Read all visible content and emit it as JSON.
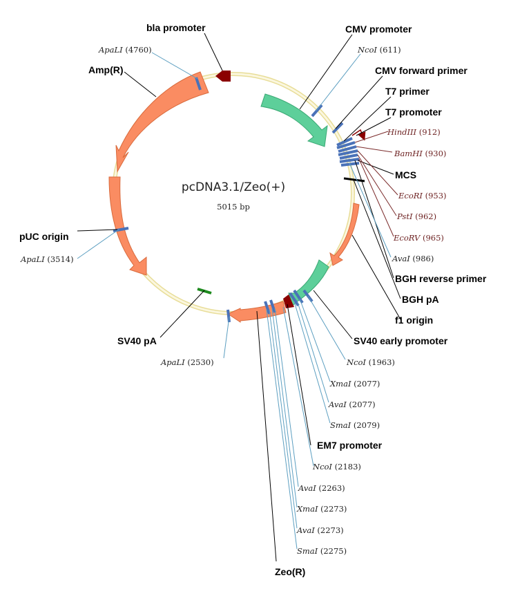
{
  "plasmid": {
    "name": "pcDNA3.1/Zeo(+)",
    "size": "5015 bp"
  },
  "colors": {
    "backbone": "#efe6a8",
    "orange_feature": "#fa8c62",
    "green_feature": "#5dcf9a",
    "promoter_arrow": "#8b0000",
    "site_tick": "#4a72b8",
    "site_leader": "#5b9ec0",
    "feature_leader": "#000000"
  },
  "features": [
    {
      "id": "bla",
      "label": "bla promoter"
    },
    {
      "id": "cmv",
      "label": "CMV promoter"
    },
    {
      "id": "cmvfwd",
      "label": "CMV forward primer"
    },
    {
      "id": "t7p",
      "label": "T7 primer"
    },
    {
      "id": "t7prom",
      "label": "T7 promoter"
    },
    {
      "id": "mcs",
      "label": "MCS"
    },
    {
      "id": "bghrev",
      "label": "BGH reverse primer"
    },
    {
      "id": "bgh",
      "label": "BGH pA"
    },
    {
      "id": "f1",
      "label": "f1 origin"
    },
    {
      "id": "sv40e",
      "label": "SV40 early promoter"
    },
    {
      "id": "em7",
      "label": "EM7 promoter"
    },
    {
      "id": "zeo",
      "label": "Zeo(R)"
    },
    {
      "id": "sv40pa",
      "label": "SV40 pA"
    },
    {
      "id": "puc",
      "label": "pUC origin"
    },
    {
      "id": "amp",
      "label": "Amp(R)"
    }
  ],
  "sites": [
    {
      "name": "ApaLI",
      "pos": "(4760)"
    },
    {
      "name": "NcoI",
      "pos": "(611)"
    },
    {
      "name": "HindIII",
      "pos": "(912)"
    },
    {
      "name": "BamHI",
      "pos": "(930)"
    },
    {
      "name": "EcoRI",
      "pos": "(953)"
    },
    {
      "name": "PstI",
      "pos": "(962)"
    },
    {
      "name": "EcoRV",
      "pos": "(965)"
    },
    {
      "name": "AvaI",
      "pos": "(986)"
    },
    {
      "name": "NcoI",
      "pos": "(1963)"
    },
    {
      "name": "XmaI",
      "pos": "(2077)"
    },
    {
      "name": "AvaI",
      "pos": "(2077)"
    },
    {
      "name": "SmaI",
      "pos": "(2079)"
    },
    {
      "name": "NcoI",
      "pos": "(2183)"
    },
    {
      "name": "AvaI",
      "pos": "(2263)"
    },
    {
      "name": "XmaI",
      "pos": "(2273)"
    },
    {
      "name": "AvaI",
      "pos": "(2273)"
    },
    {
      "name": "SmaI",
      "pos": "(2275)"
    },
    {
      "name": "ApaLI",
      "pos": "(2530)"
    },
    {
      "name": "ApaLI",
      "pos": "(3514)"
    }
  ]
}
